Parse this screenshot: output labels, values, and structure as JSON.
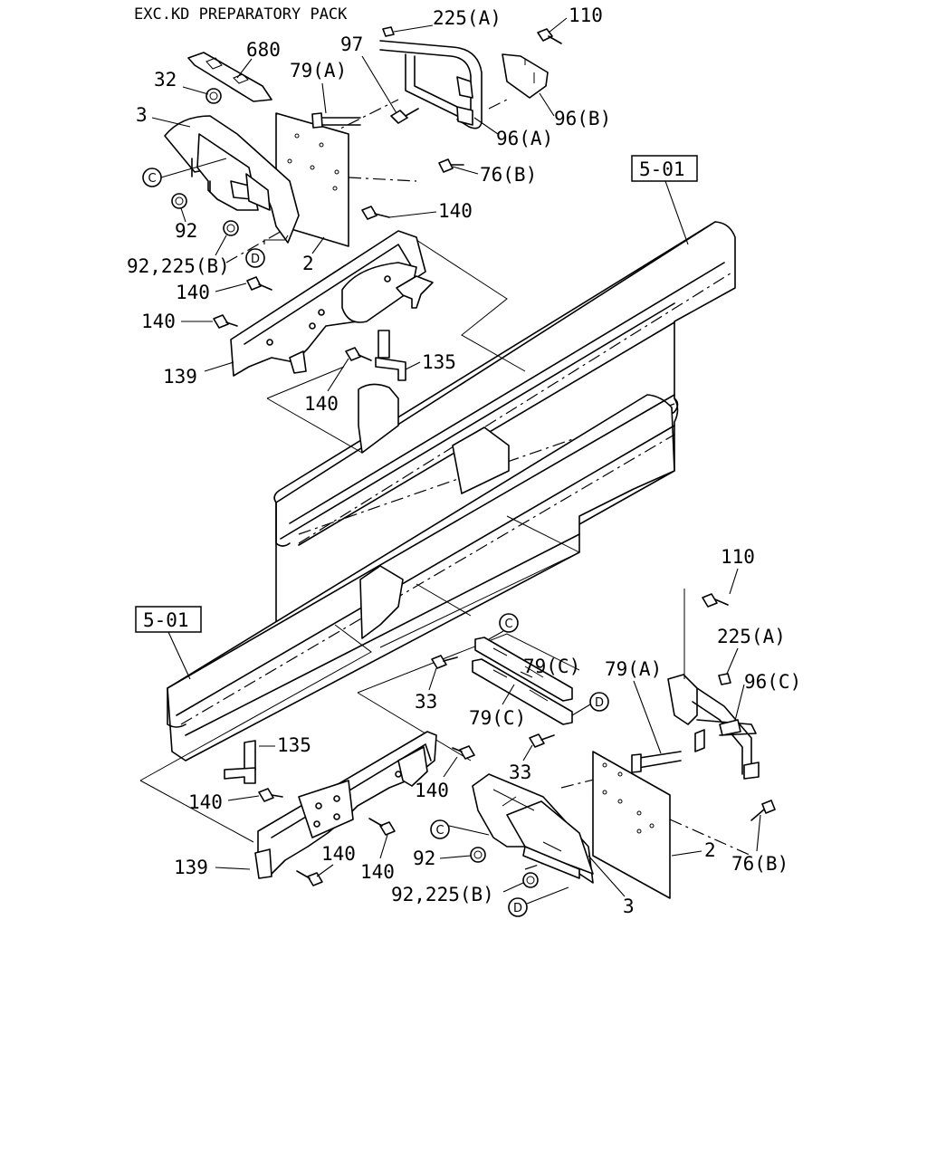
{
  "header": "EXC.KD PREPARATORY PACK",
  "refs": {
    "frame_upper": "5-01",
    "frame_lower": "5-01"
  },
  "callouts": {
    "C": "C",
    "D": "D"
  },
  "labels_upper": {
    "p225a": "225(A)",
    "p110": "110",
    "p680": "680",
    "p97": "97",
    "p79a": "79(A)",
    "p32": "32",
    "p3": "3",
    "p96b": "96(B)",
    "p96a": "96(A)",
    "p76b": "76(B)",
    "p92": "92",
    "p140a": "140",
    "p92_225b": "92,225(B)",
    "p2": "2",
    "p140b": "140",
    "p140c": "140",
    "p135": "135",
    "p139": "139",
    "p140d": "140"
  },
  "labels_lower": {
    "p110": "110",
    "p225a": "225(A)",
    "p79c_a": "79(C)",
    "p79a": "79(A)",
    "p96c": "96(C)",
    "p33a": "33",
    "p79c_b": "79(C)",
    "p33b": "33",
    "p135": "135",
    "p140a": "140",
    "p140b": "140",
    "p140c": "140",
    "p140d": "140",
    "p139": "139",
    "p92": "92",
    "p92_225b": "92,225(B)",
    "p2": "2",
    "p3": "3",
    "p76b": "76(B)"
  }
}
